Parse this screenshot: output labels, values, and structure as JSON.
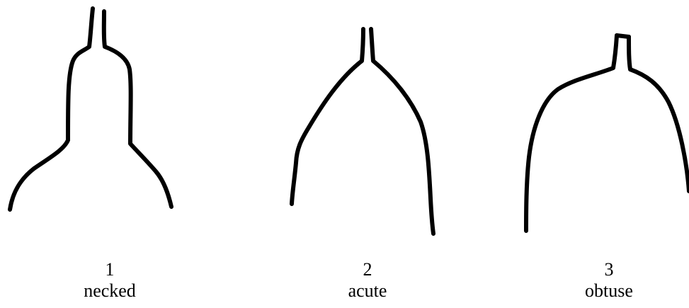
{
  "figures": [
    {
      "number": "1",
      "label": "necked"
    },
    {
      "number": "2",
      "label": "acute"
    },
    {
      "number": "3",
      "label": "obtuse"
    }
  ]
}
